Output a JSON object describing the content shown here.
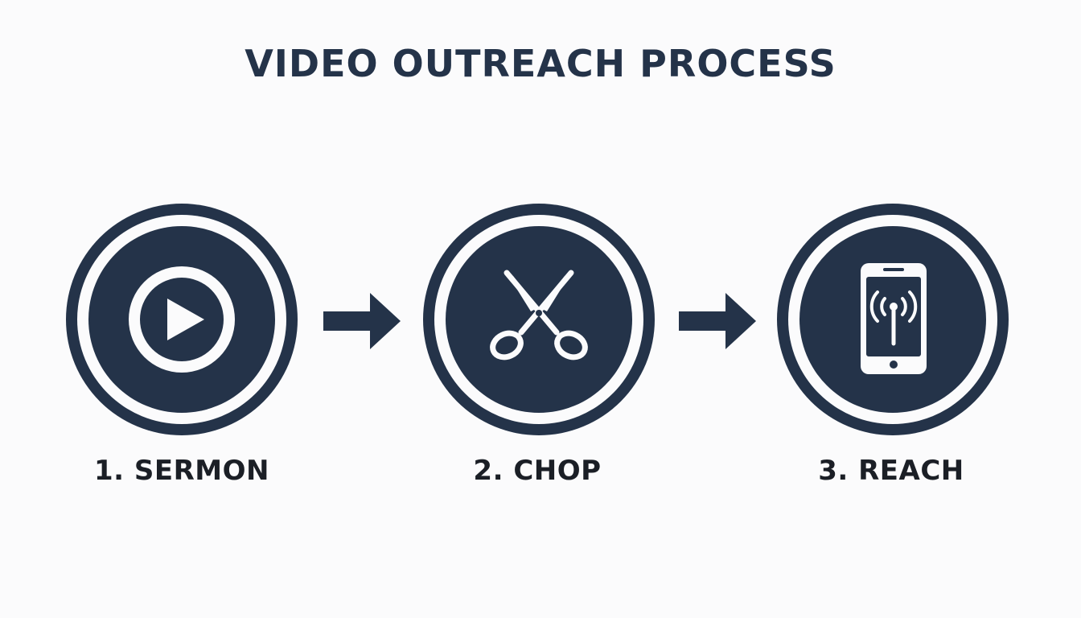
{
  "title": "VIDEO OUTREACH PROCESS",
  "colors": {
    "primary": "#243349",
    "background": "#fbfbfc",
    "label": "#1b1f26"
  },
  "steps": [
    {
      "label": "1. SERMON",
      "icon": "play-icon"
    },
    {
      "label": "2. CHOP",
      "icon": "scissors-icon"
    },
    {
      "label": "3. REACH",
      "icon": "smartphone-signal-icon"
    }
  ],
  "connectors": [
    "arrow-right-icon",
    "arrow-right-icon"
  ]
}
